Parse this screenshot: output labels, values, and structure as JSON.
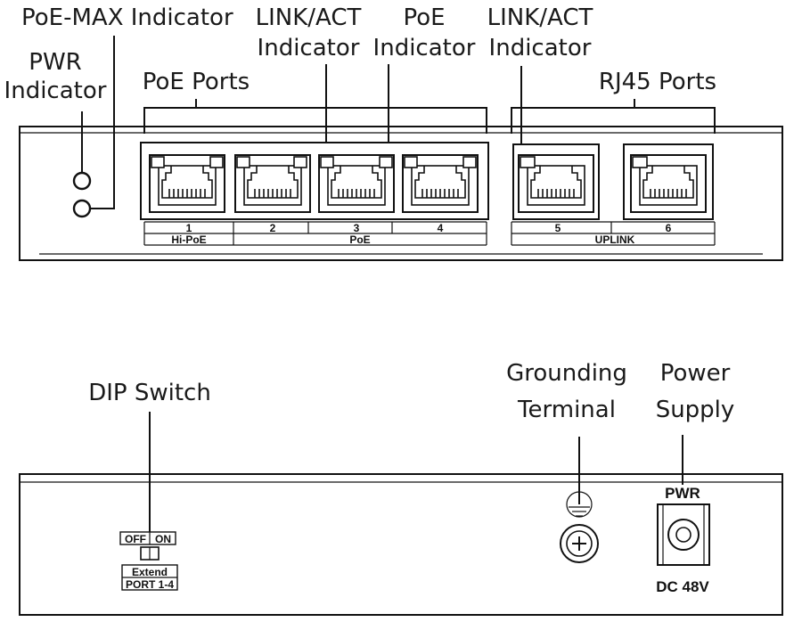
{
  "callouts": {
    "poe_max_indicator": "PoE-MAX Indicator",
    "pwr_indicator_line1": "PWR",
    "pwr_indicator_line2": "Indicator",
    "poe_ports": "PoE Ports",
    "link_act_1_line1": "LINK/ACT",
    "link_act_1_line2": "Indicator",
    "poe_indicator_line1": "PoE",
    "poe_indicator_line2": "Indicator",
    "link_act_2_line1": "LINK/ACT",
    "link_act_2_line2": "Indicator",
    "rj45_ports": "RJ45 Ports",
    "dip_switch": "DIP Switch",
    "grounding_line1": "Grounding",
    "grounding_line2": "Terminal",
    "power_supply_line1": "Power",
    "power_supply_line2": "Supply"
  },
  "front_panel": {
    "port_numbers": [
      "1",
      "2",
      "3",
      "4",
      "5",
      "6"
    ],
    "group_labels": {
      "hi_poe": "Hi-PoE",
      "poe": "PoE",
      "uplink": "UPLINK"
    }
  },
  "rear_panel": {
    "dip_off": "OFF",
    "dip_on": "ON",
    "dip_extend": "Extend",
    "dip_port": "PORT 1-4",
    "pwr_label": "PWR",
    "dc_label": "DC 48V"
  }
}
